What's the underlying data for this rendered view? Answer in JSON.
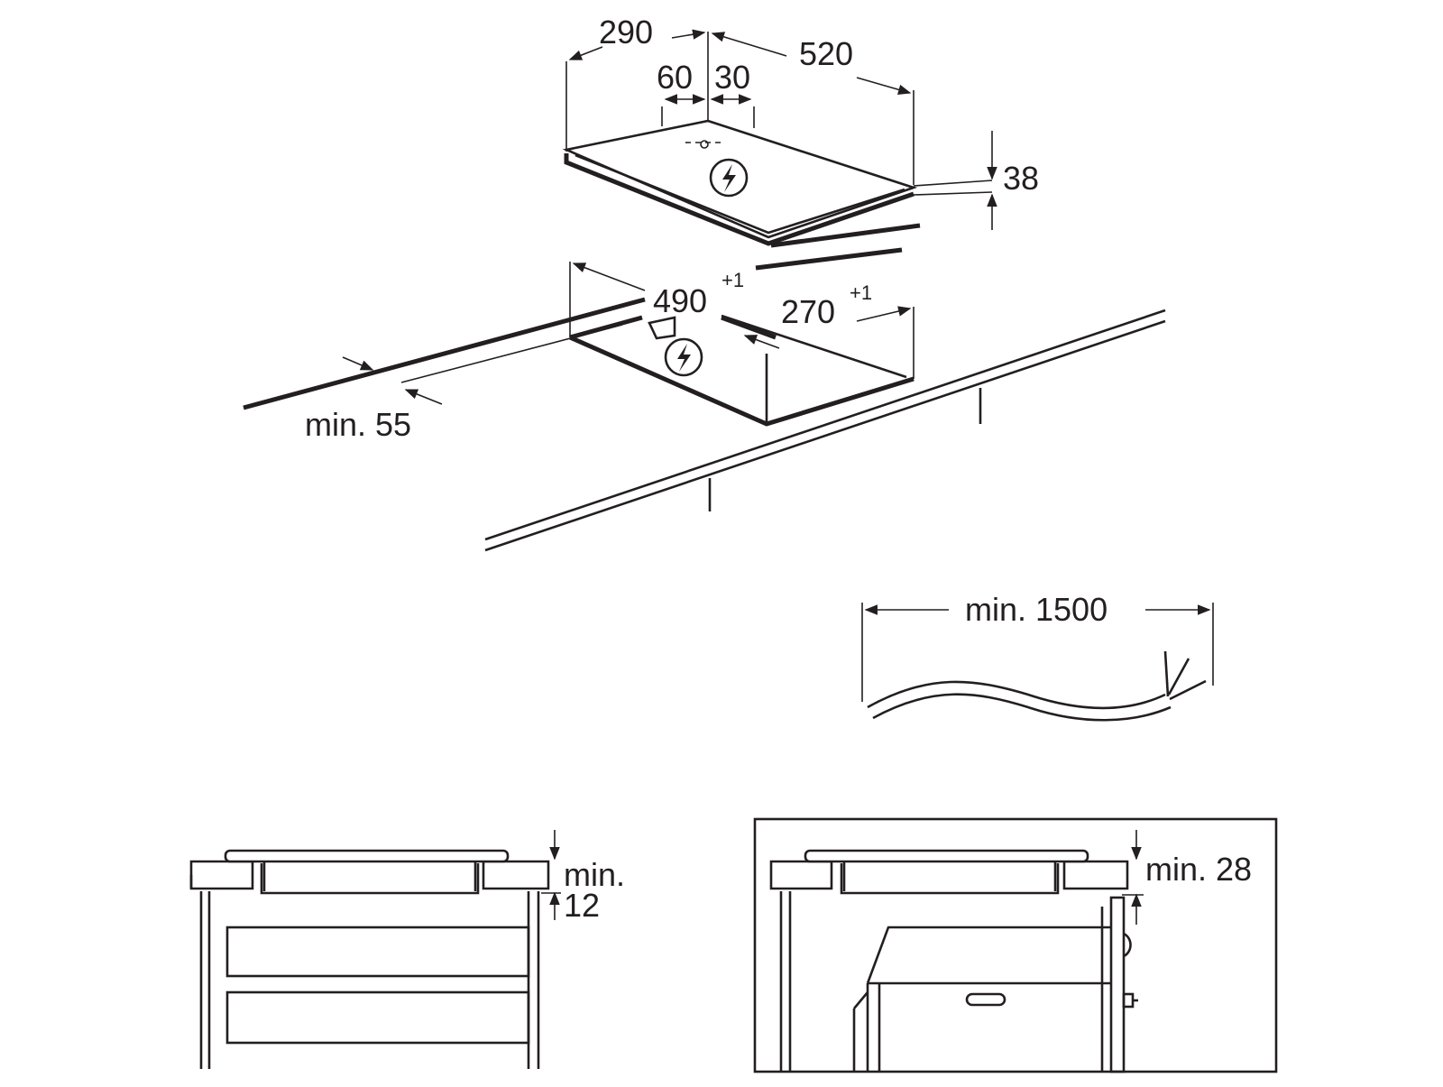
{
  "hob_dimensions": {
    "depth": "290",
    "width": "520",
    "cable_offset_left": "60",
    "cable_offset_right": "30",
    "height": "38"
  },
  "cutout_dimensions": {
    "width": "490",
    "width_tolerance": "+1",
    "depth": "270",
    "depth_tolerance": "+1",
    "min_front_edge": "min. 55"
  },
  "cable": {
    "min_length": "min. 1500"
  },
  "drawer_install": {
    "label_line1": "min.",
    "label_line2": "12"
  },
  "oven_install": {
    "label": "min. 28"
  },
  "icons": [
    "electric-connection-icon",
    "electric-connection-icon"
  ]
}
